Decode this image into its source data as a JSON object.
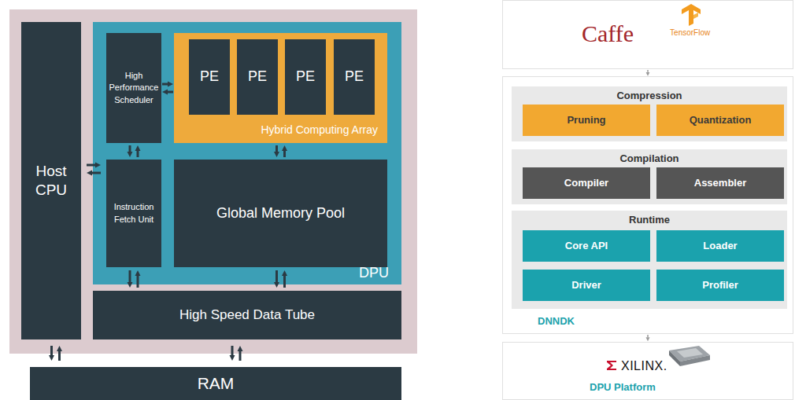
{
  "diagram": {
    "nodes": [
      {
        "text": [
          "Host CPU"
        ]
      },
      {
        "text": [
          "DPU"
        ]
      },
      {
        "text": [
          "High Performance Scheduler"
        ],
        "in": 1
      },
      {
        "text": [
          "Hybrid Computing Array"
        ],
        "in": 1
      },
      {
        "text": [
          "PE"
        ],
        "in": 3
      },
      {
        "text": [
          "PE"
        ],
        "in": 3
      },
      {
        "text": [
          "PE"
        ],
        "in": 3
      },
      {
        "text": [
          "PE"
        ],
        "in": 3
      },
      {
        "text": [
          "Instruction Fetch Unit"
        ],
        "in": 1
      },
      {
        "text": [
          "Global Memory Pool"
        ],
        "in": 1
      },
      {
        "text": [
          "High Speed Data Tube"
        ]
      },
      {
        "text": [
          "RAM"
        ]
      },
      {
        "text": [
          "Caffe",
          "TensorFlow"
        ]
      },
      {
        "text": [
          "DNNDK"
        ]
      },
      {
        "text": [
          "Compression"
        ],
        "in": 13
      },
      {
        "text": [
          "Pruning"
        ],
        "in": 14
      },
      {
        "text": [
          "Quantization"
        ],
        "in": 14
      },
      {
        "text": [
          "Compilation"
        ],
        "in": 13
      },
      {
        "text": [
          "Compiler"
        ],
        "in": 17
      },
      {
        "text": [
          "Assembler"
        ],
        "in": 17
      },
      {
        "text": [
          "Runtime"
        ],
        "in": 13
      },
      {
        "text": [
          "Core API"
        ],
        "in": 20
      },
      {
        "text": [
          "Loader"
        ],
        "in": 20
      },
      {
        "text": [
          "Driver"
        ],
        "in": 20
      },
      {
        "text": [
          "Profiler"
        ],
        "in": 20
      },
      {
        "text": [
          "XILINX.",
          "DPU Platform"
        ]
      }
    ],
    "edges": [
      {
        "from": 2,
        "to": 3,
        "arrow": "both"
      },
      {
        "from": 0,
        "to": 8,
        "arrow": "both"
      },
      {
        "from": 2,
        "to": 8,
        "arrow": "both"
      },
      {
        "from": 3,
        "to": 9,
        "arrow": "both"
      },
      {
        "from": 8,
        "to": 10,
        "arrow": "both"
      },
      {
        "from": 9,
        "to": 10,
        "arrow": "both"
      },
      {
        "from": 0,
        "to": 11,
        "arrow": "both"
      },
      {
        "from": 10,
        "to": 11,
        "arrow": "both"
      },
      {
        "from": 12,
        "to": 13,
        "arrow": "to"
      },
      {
        "from": 13,
        "to": 25,
        "arrow": "to"
      }
    ]
  }
}
